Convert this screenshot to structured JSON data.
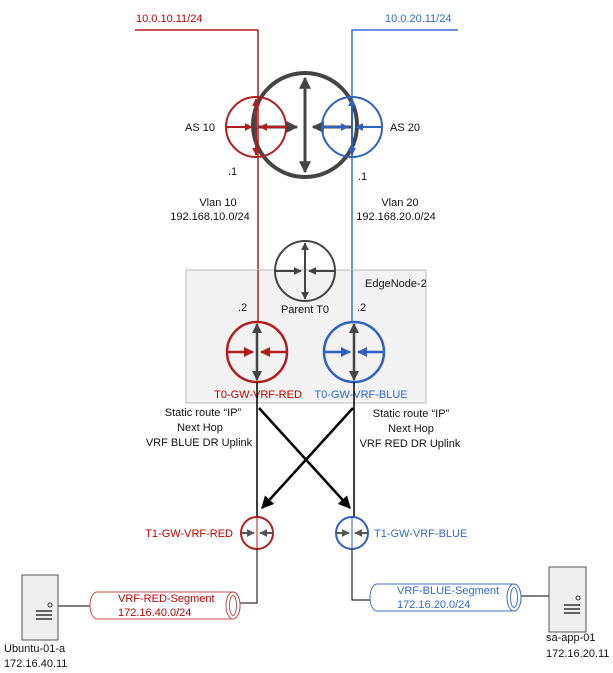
{
  "colors": {
    "red": "#b91c1c",
    "blue": "#2f62c0",
    "gray": "#444444",
    "box": "#f2f2f2"
  },
  "uplinks": {
    "red_ip": "10.0.10.11/24",
    "blue_ip": "10.0.20.11/24"
  },
  "as": {
    "left": "AS 10",
    "right": "AS 20",
    "left_host": ".1",
    "right_host": ".1"
  },
  "vlans": {
    "left_name": "Vlan 10",
    "left_subnet": "192.168.10.0/24",
    "right_name": "Vlan 20",
    "right_subnet": "192.168.20.0/24"
  },
  "edge": {
    "label": "EdgeNode-2",
    "parent": "Parent T0",
    "left_host": ".2",
    "right_host": ".2",
    "t0_red": "T0-GW-VRF-RED",
    "t0_blue": "T0-GW-VRF-BLUE"
  },
  "static_routes": {
    "left": [
      "Static route “IP”",
      "Next Hop",
      "VRF BLUE DR Uplink"
    ],
    "right": [
      "Static route “IP”",
      "Next Hop",
      "VRF RED DR Uplink"
    ]
  },
  "t1": {
    "red": "T1-GW-VRF-RED",
    "blue": "T1-GW-VRF-BLUE"
  },
  "segments": {
    "red_name": "VRF-RED-Segment",
    "red_subnet": "172.16.40.0/24",
    "blue_name": "VRF-BLUE-Segment",
    "blue_subnet": "172.16.20.0/24"
  },
  "hosts": {
    "left_name": "Ubuntu-01-a",
    "left_ip": "172.16.40.11",
    "right_name": "sa-app-01",
    "right_ip": "172.16.20.11"
  }
}
